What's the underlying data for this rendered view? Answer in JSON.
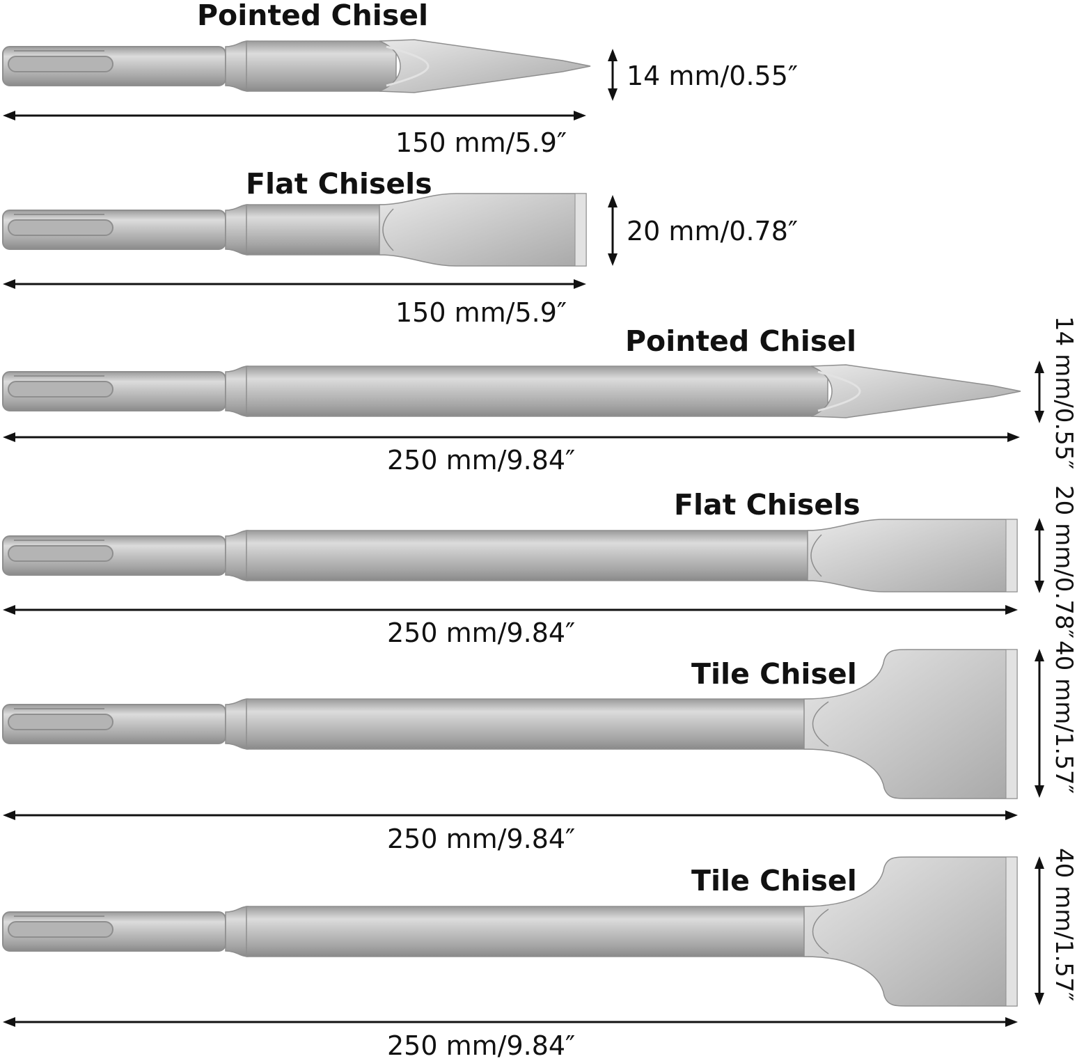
{
  "colors": {
    "steel_light": "#e2e2e2",
    "steel_mid": "#b4b4b4",
    "steel_dark": "#8e8e8e",
    "arrow": "#111111"
  },
  "chisels": [
    {
      "title": "Pointed Chisel",
      "tip": "pointed",
      "length_label": "150 mm/5.9″",
      "width_label": "14 mm/0.55″"
    },
    {
      "title": "Flat Chisels",
      "tip": "flat",
      "length_label": "150 mm/5.9″",
      "width_label": "20 mm/0.78″"
    },
    {
      "title": "Pointed Chisel",
      "tip": "pointed",
      "length_label": "250 mm/9.84″",
      "width_label": "14 mm/0.55″"
    },
    {
      "title": "Flat Chisels",
      "tip": "flat",
      "length_label": "250 mm/9.84″",
      "width_label": "20 mm/0.78″"
    },
    {
      "title": "Tile Chisel",
      "tip": "tile",
      "length_label": "250 mm/9.84″",
      "width_label": "40 mm/1.57″"
    },
    {
      "title": "Tile Chisel",
      "tip": "tile",
      "length_label": "250 mm/9.84″",
      "width_label": "40 mm/1.57″"
    }
  ]
}
